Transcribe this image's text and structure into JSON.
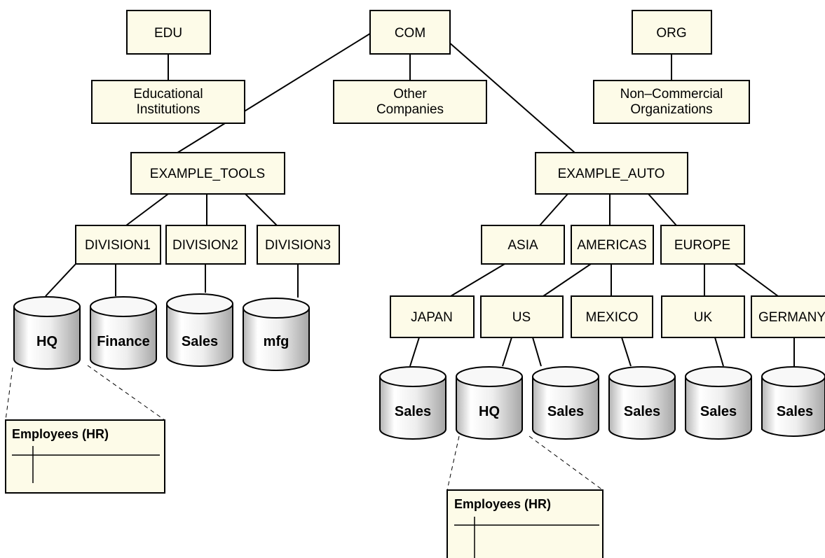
{
  "domains": {
    "edu": "EDU",
    "com": "COM",
    "org": "ORG"
  },
  "descriptions": {
    "edu": [
      "Educational",
      "Institutions"
    ],
    "com": [
      "Other",
      "Companies"
    ],
    "org": [
      "Non–Commercial",
      "Organizations"
    ]
  },
  "companies": {
    "tools": "EXAMPLE_TOOLS",
    "auto": "EXAMPLE_AUTO"
  },
  "divisions": {
    "d1": "DIVISION1",
    "d2": "DIVISION2",
    "d3": "DIVISION3"
  },
  "regions": {
    "asia": "ASIA",
    "americas": "AMERICAS",
    "europe": "EUROPE"
  },
  "countries": {
    "japan": "JAPAN",
    "us": "US",
    "mexico": "MEXICO",
    "uk": "UK",
    "germany": "GERMANY"
  },
  "databases": {
    "tools_hq": "HQ",
    "tools_finance": "Finance",
    "tools_sales": "Sales",
    "tools_mfg": "mfg",
    "japan_sales": "Sales",
    "us_hq": "HQ",
    "us_sales": "Sales",
    "mexico_sales": "Sales",
    "uk_sales": "Sales",
    "germany_sales": "Sales"
  },
  "tables": {
    "left": "Employees (HR)",
    "right": "Employees (HR)"
  },
  "colors": {
    "box_fill": "#fdfbe8",
    "stroke": "#000000",
    "cylinder_shade": "#b4b4b4"
  }
}
